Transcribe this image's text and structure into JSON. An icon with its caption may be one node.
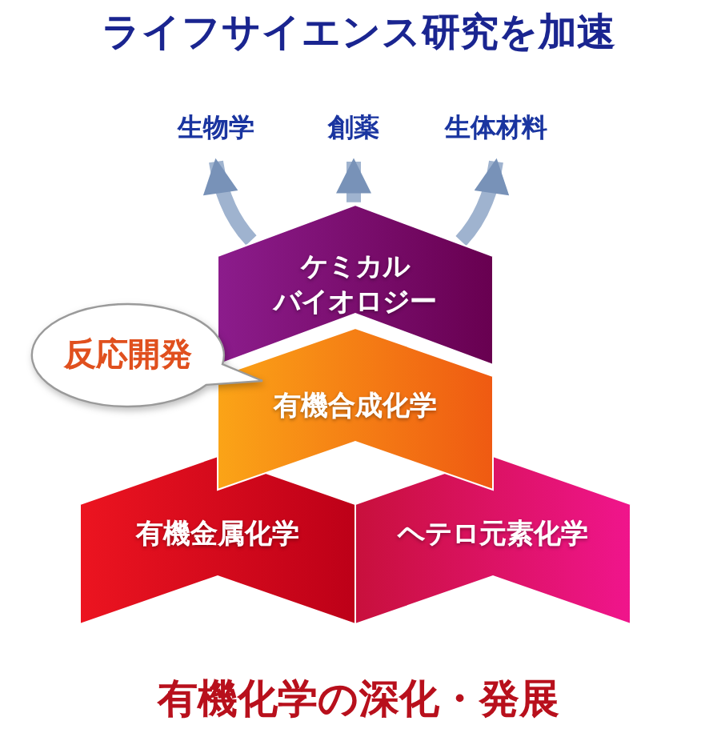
{
  "diagram": {
    "title": "ライフサイエンス研究を加速",
    "caption": "有機化学の深化・発展",
    "nodes": [
      {
        "text": [
          "生物学"
        ]
      },
      {
        "text": [
          "創薬"
        ]
      },
      {
        "text": [
          "生体材料"
        ]
      },
      {
        "text": [
          "ケミカルバイオロジー"
        ]
      },
      {
        "text": [
          "反応開発"
        ]
      },
      {
        "text": [
          "有機合成化学"
        ]
      },
      {
        "text": [
          "有機金属化学"
        ]
      },
      {
        "text": [
          "ヘテロ元素化学"
        ]
      }
    ],
    "edges": [
      {
        "from": 3,
        "to": 0,
        "arrow": "to"
      },
      {
        "from": 3,
        "to": 1,
        "arrow": "to"
      },
      {
        "from": 3,
        "to": 2,
        "arrow": "to"
      }
    ]
  }
}
